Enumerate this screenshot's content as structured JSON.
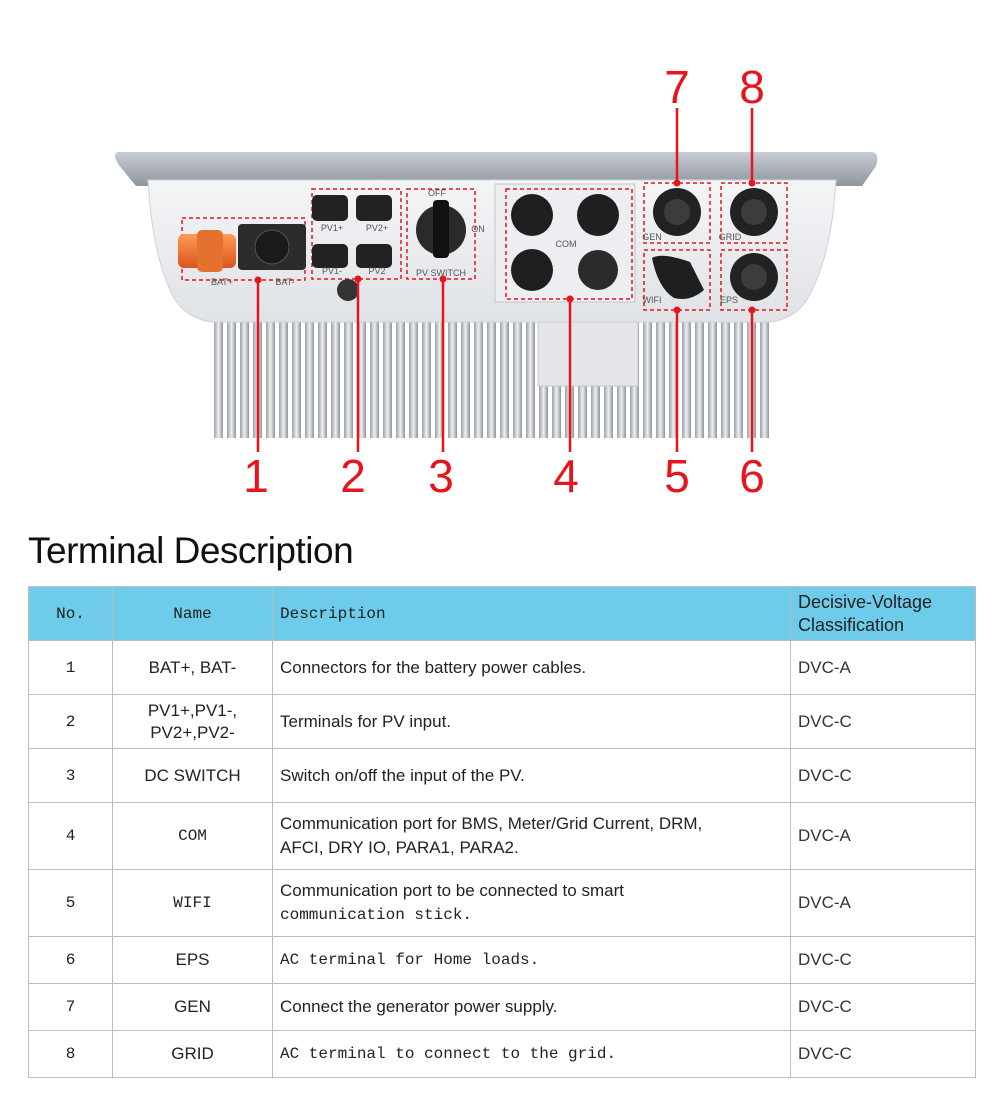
{
  "figure": {
    "callouts": [
      "1",
      "2",
      "3",
      "4",
      "5",
      "6",
      "7",
      "8"
    ],
    "labels": {
      "bat_pos": "BAT+",
      "bat_neg": "BAT-",
      "pv1_pos": "PV1+",
      "pv2_pos": "PV2+",
      "pv1_neg": "PV1-",
      "pv2_neg": "PV2",
      "off": "OFF",
      "on": "ON",
      "pv_switch": "PV SWITCH",
      "com": "COM",
      "gen": "GEN",
      "grid": "GRID",
      "wifi": "WIFI",
      "eps": "EPS"
    },
    "accent_color": "#e8141b"
  },
  "section_title": "Terminal Description",
  "table": {
    "header_color": "#6ecbea",
    "columns": [
      "No.",
      "Name",
      "Description",
      "Decisive-Voltage Classification"
    ],
    "rows": [
      {
        "no": "1",
        "name": "BAT+, BAT-",
        "desc": "Connectors for the battery power cables.",
        "dvc": "DVC-A"
      },
      {
        "no": "2",
        "name": "PV1+,PV1-,",
        "name2": "PV2+,PV2-",
        "desc": "Terminals for PV input.",
        "dvc": "DVC-C"
      },
      {
        "no": "3",
        "name": "DC SWITCH",
        "desc": "Switch on/off the input of the PV.",
        "dvc": "DVC-C"
      },
      {
        "no": "4",
        "name": "COM",
        "desc": "Communication port for BMS, Meter/Grid Current, DRM,",
        "desc2": "AFCI, DRY IO, PARA1, PARA2.",
        "dvc": "DVC-A"
      },
      {
        "no": "5",
        "name": "WIFI",
        "desc": "Communication port to be connected to smart",
        "desc2": "communication stick.",
        "dvc": "DVC-A"
      },
      {
        "no": "6",
        "name": "EPS",
        "desc": "AC terminal for Home loads.",
        "dvc": "DVC-C"
      },
      {
        "no": "7",
        "name": "GEN",
        "desc": "Connect the generator power supply.",
        "dvc": "DVC-C"
      },
      {
        "no": "8",
        "name": "GRID",
        "desc": "AC terminal to connect to the grid.",
        "dvc": "DVC-C"
      }
    ]
  }
}
